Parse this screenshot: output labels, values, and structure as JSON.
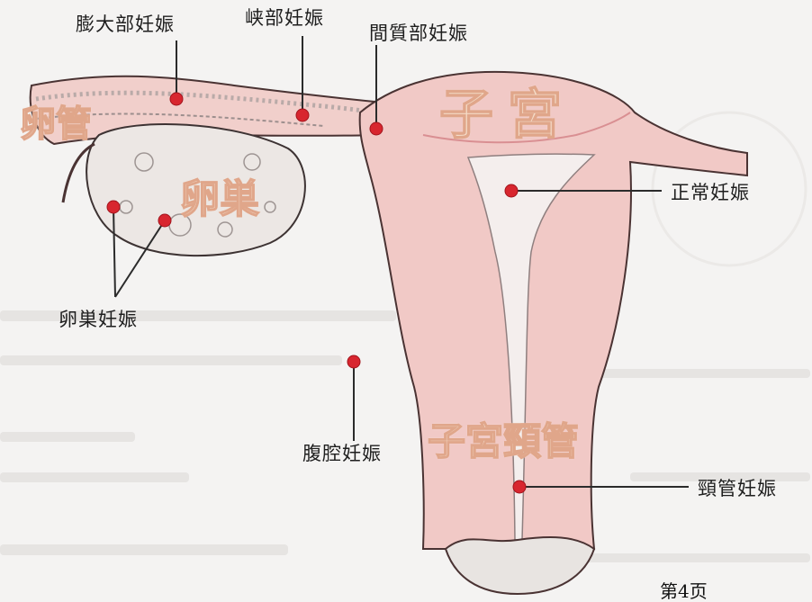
{
  "organs": {
    "tube": "卵管",
    "ovary": "卵巣",
    "uterus": "子宮",
    "cervix": "子宮頸管"
  },
  "labels": {
    "ampullary": "膨大部妊娠",
    "isthmic": "峡部妊娠",
    "interstitial": "間質部妊娠",
    "normal": "正常妊娠",
    "ovarian": "卵巣妊娠",
    "abdominal": "腹腔妊娠",
    "cervical": "頸管妊娠"
  },
  "page_number": "第4页",
  "colors": {
    "tissue": "#f1c9c6",
    "tissue_dark": "#d98f92",
    "marker": "#d8262f",
    "background": "#f4f3f2"
  }
}
